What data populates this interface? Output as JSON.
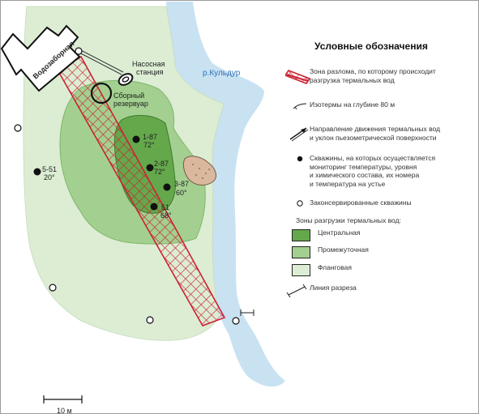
{
  "map": {
    "labels": {
      "intake": "Водозаборная",
      "pump_station_line1": "Насосная",
      "pump_station_line2": "станция",
      "reservoir_line1": "Сборный",
      "reservoir_line2": "резервуар",
      "river": "р.Кульдур",
      "scale": "10 м"
    },
    "wells": [
      {
        "id": "1-87",
        "temp": "72°"
      },
      {
        "id": "2-87",
        "temp": "72°"
      },
      {
        "id": "3-87",
        "temp": "60°"
      },
      {
        "id": "5-51",
        "temp": "20°"
      },
      {
        "id": "51",
        "temp": "68°"
      }
    ]
  },
  "legend": {
    "title": "Условные обозначения",
    "fault": "Зона разлома, по которому происходит\nразгрузка термальных вод",
    "isotherm": "Изотермы на глубине 80 м",
    "flow": "Направление движения термальных вод\nи уклон пьезометрической  поверхности",
    "monitoring": "Скважины, на которых осуществляется\nмониторинг температуры, уровня\n и химического состава, их номера\n и температура на устье",
    "conserved": "Законсервированные скважины",
    "zones_heading": "Зоны разгрузки термальных вод:",
    "zone_central": "Центральная",
    "zone_intermediate": "Промежуточная",
    "zone_flank": "Фланговая",
    "section_line": "Линия разреза"
  },
  "colors": {
    "water": "#c8e2f2",
    "zone_flank": "#dcedd3",
    "zone_intermediate": "#a3d090",
    "zone_central": "#64a84b",
    "fault": "#cc2233",
    "rock": "#d9b89e"
  }
}
